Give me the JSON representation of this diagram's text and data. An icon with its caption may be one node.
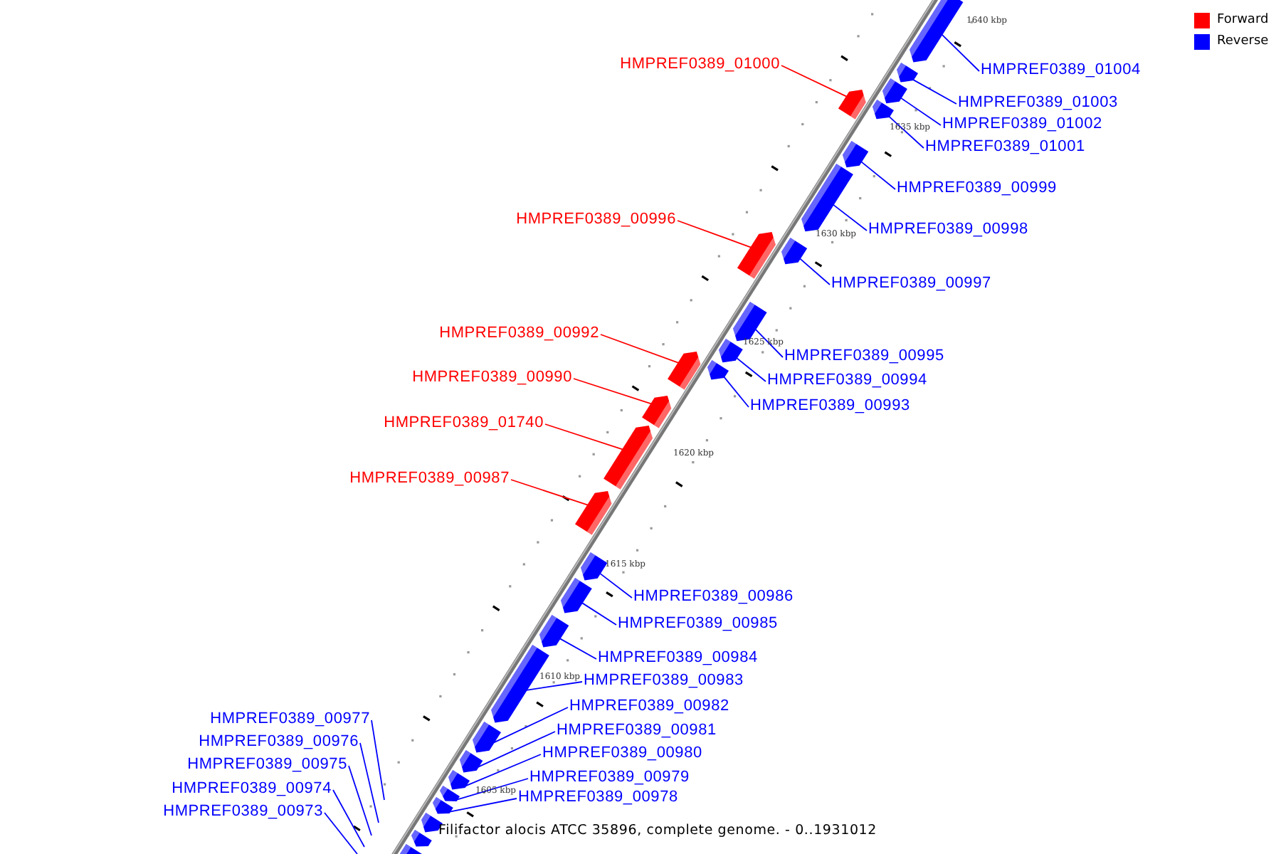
{
  "diagram": {
    "nodes": [
      {
        "text": [
          "HMPREF0389_01000"
        ]
      },
      {
        "text": [],
        "shape": "bar"
      },
      {
        "text": [
          "HMPREF0389_01004"
        ]
      },
      {
        "text": [],
        "shape": "bar"
      },
      {
        "text": [
          "HMPREF0389_01003"
        ]
      },
      {
        "text": [],
        "shape": "bar"
      },
      {
        "text": [
          "HMPREF0389_01002"
        ]
      },
      {
        "text": [],
        "shape": "bar"
      },
      {
        "text": [
          "HMPREF0389_01001"
        ]
      },
      {
        "text": [],
        "shape": "bar"
      },
      {
        "text": [
          "HMPREF0389_00999"
        ]
      },
      {
        "text": [],
        "shape": "bar"
      },
      {
        "text": [
          "HMPREF0389_00996"
        ]
      },
      {
        "text": [],
        "shape": "bar"
      },
      {
        "text": [
          "HMPREF0389_00998"
        ]
      },
      {
        "text": [],
        "shape": "bar"
      },
      {
        "text": [
          "HMPREF0389_00997"
        ]
      },
      {
        "text": [],
        "shape": "bar"
      },
      {
        "text": [
          "HMPREF0389_00992"
        ]
      },
      {
        "text": [],
        "shape": "bar"
      },
      {
        "text": [
          "HMPREF0389_00995"
        ]
      },
      {
        "text": [],
        "shape": "bar"
      },
      {
        "text": [
          "HMPREF0389_00990"
        ]
      },
      {
        "text": [],
        "shape": "bar"
      },
      {
        "text": [
          "HMPREF0389_00994"
        ]
      },
      {
        "text": [],
        "shape": "bar"
      },
      {
        "text": [
          "HMPREF0389_00993"
        ]
      },
      {
        "text": [],
        "shape": "bar"
      },
      {
        "text": [
          "HMPREF0389_01740"
        ]
      },
      {
        "text": [],
        "shape": "bar"
      },
      {
        "text": [
          "HMPREF0389_00987"
        ]
      },
      {
        "text": [],
        "shape": "bar"
      },
      {
        "text": [
          "HMPREF0389_00986"
        ]
      },
      {
        "text": [],
        "shape": "bar"
      },
      {
        "text": [
          "HMPREF0389_00985"
        ]
      },
      {
        "text": [],
        "shape": "bar"
      },
      {
        "text": [
          "HMPREF0389_00984"
        ]
      },
      {
        "text": [],
        "shape": "bar"
      },
      {
        "text": [
          "HMPREF0389_00983"
        ]
      },
      {
        "text": [],
        "shape": "bar"
      },
      {
        "text": [
          "HMPREF0389_00982"
        ]
      },
      {
        "text": [],
        "shape": "bar"
      },
      {
        "text": [
          "HMPREF0389_00977"
        ]
      },
      {
        "text": [
          "HMPREF0389_00981"
        ]
      },
      {
        "text": [],
        "shape": "bar"
      },
      {
        "text": [
          "HMPREF0389_00976"
        ]
      },
      {
        "text": [
          "HMPREF0389_00980"
        ]
      },
      {
        "text": [],
        "shape": "bar"
      },
      {
        "text": [
          "HMPREF0389_00975"
        ]
      },
      {
        "text": [
          "HMPREF0389_00979"
        ]
      },
      {
        "text": [],
        "shape": "bar"
      },
      {
        "text": [
          "HMPREF0389_00974"
        ]
      },
      {
        "text": [
          "HMPREF0389_00978"
        ]
      },
      {
        "text": [],
        "shape": "bar"
      },
      {
        "text": [
          "HMPREF0389_00973"
        ]
      },
      {
        "text": [],
        "shape": "bar"
      },
      {
        "text": [],
        "shape": "bar"
      },
      {
        "text": [],
        "shape": "bar"
      }
    ],
    "edges": [
      {
        "from": 0,
        "to": 1,
        "arrow": "none",
        "color": "#ff0000"
      },
      {
        "from": 2,
        "to": 3,
        "arrow": "none"
      },
      {
        "from": 4,
        "to": 5,
        "arrow": "none"
      },
      {
        "from": 6,
        "to": 7,
        "arrow": "none"
      },
      {
        "from": 8,
        "to": 9,
        "arrow": "none"
      },
      {
        "from": 10,
        "to": 11,
        "arrow": "none"
      },
      {
        "from": 12,
        "to": 13,
        "arrow": "none",
        "color": "#ff0000"
      },
      {
        "from": 14,
        "to": 15,
        "arrow": "none"
      },
      {
        "from": 16,
        "to": 17,
        "arrow": "none"
      },
      {
        "from": 18,
        "to": 19,
        "arrow": "none",
        "color": "#ff0000"
      },
      {
        "from": 20,
        "to": 21,
        "arrow": "none"
      },
      {
        "from": 22,
        "to": 23,
        "arrow": "none",
        "color": "#ff0000"
      },
      {
        "from": 24,
        "to": 25,
        "arrow": "none"
      },
      {
        "from": 26,
        "to": 27,
        "arrow": "none"
      },
      {
        "from": 28,
        "to": 29,
        "arrow": "none",
        "color": "#ff0000"
      },
      {
        "from": 30,
        "to": 31,
        "arrow": "none",
        "color": "#ff0000"
      },
      {
        "from": 32,
        "to": 33,
        "arrow": "none"
      },
      {
        "from": 34,
        "to": 35,
        "arrow": "none"
      },
      {
        "from": 36,
        "to": 37,
        "arrow": "none"
      },
      {
        "from": 38,
        "to": 39,
        "arrow": "none"
      },
      {
        "from": 40,
        "to": 41,
        "arrow": "none"
      },
      {
        "from": 42,
        "to": null,
        "arrow": "none"
      },
      {
        "from": 43,
        "to": 44,
        "arrow": "none"
      },
      {
        "from": 45,
        "to": null,
        "arrow": "none"
      },
      {
        "from": 46,
        "to": 47,
        "arrow": "none"
      },
      {
        "from": 48,
        "to": null,
        "arrow": "none"
      },
      {
        "from": 49,
        "to": 50,
        "arrow": "none"
      },
      {
        "from": 51,
        "to": null,
        "arrow": "none"
      },
      {
        "from": 52,
        "to": 53,
        "arrow": "none"
      },
      {
        "from": 54,
        "to": null,
        "arrow": "none"
      }
    ],
    "labels": [
      "1640 kbp",
      "1635 kbp",
      "1630 kbp",
      "1625 kbp",
      "1620 kbp",
      "1615 kbp",
      "1610 kbp",
      "1605 kbp",
      "Filifactor alocis ATCC 35896, complete genome. - 0..1931012"
    ],
    "legend": [
      {
        "text": "Forward",
        "color": "#ff0000"
      },
      {
        "text": "Reverse",
        "color": "#0000ff"
      }
    ]
  }
}
